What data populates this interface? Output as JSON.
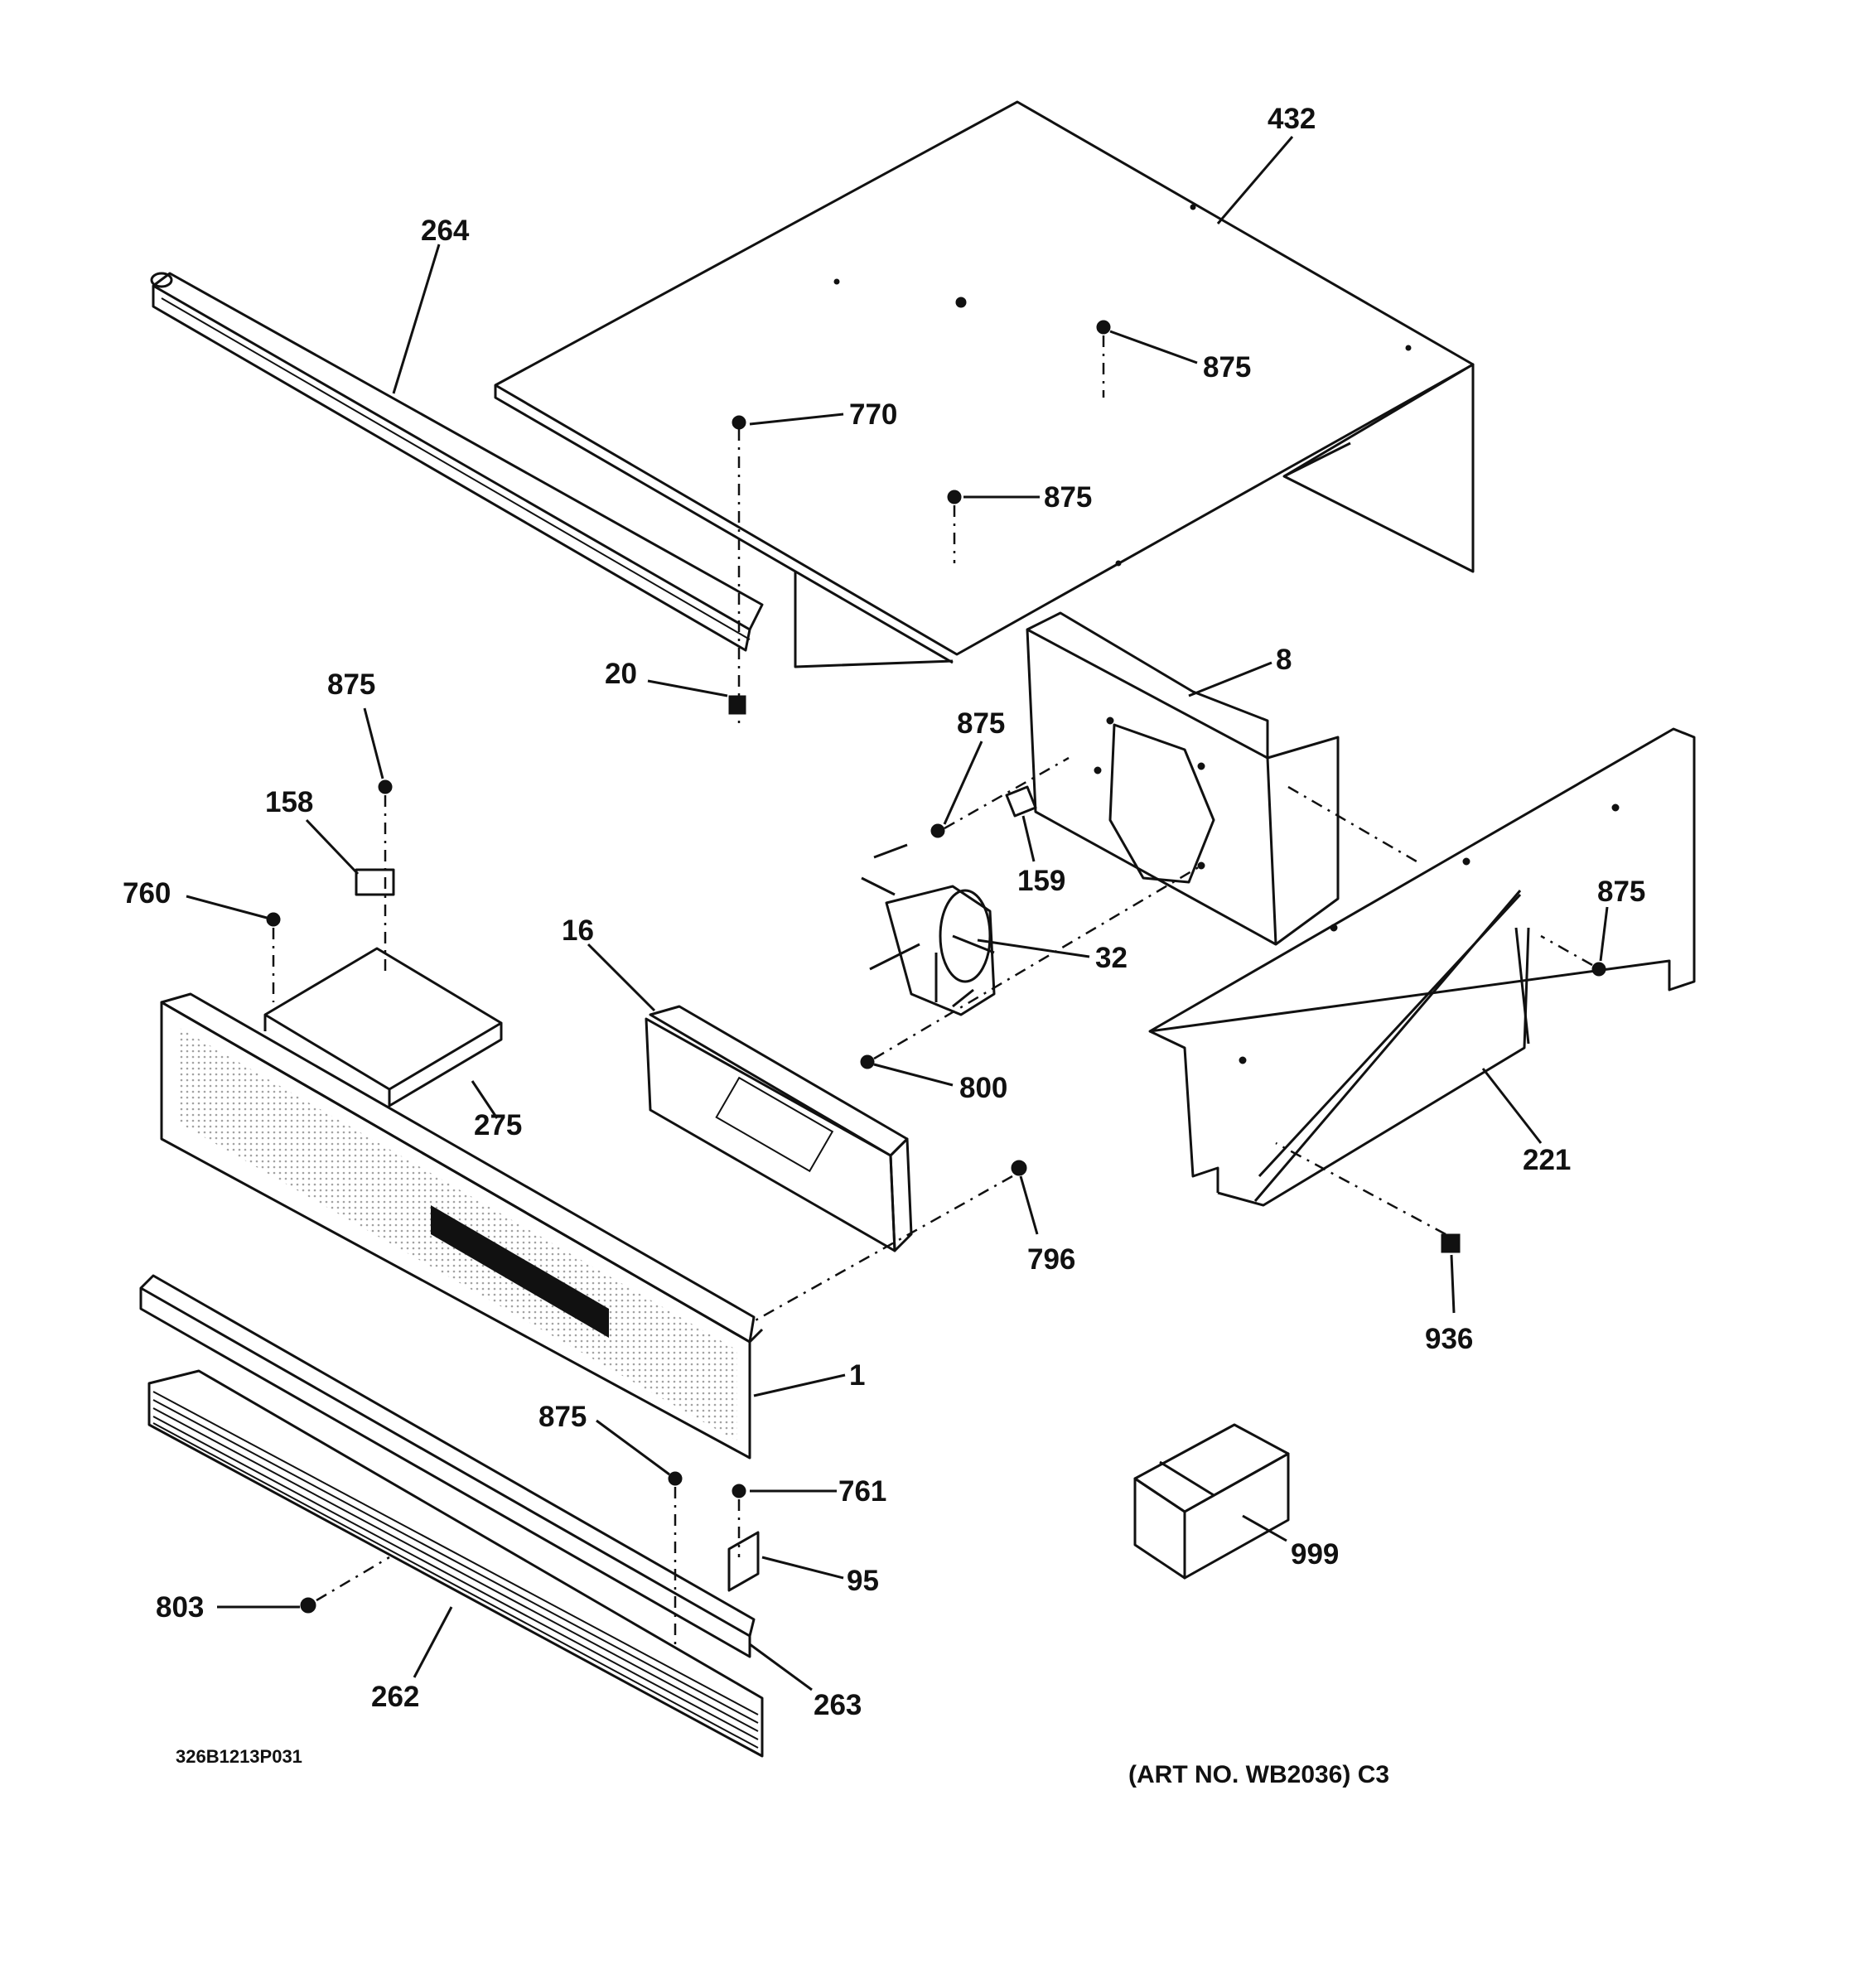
{
  "callouts": {
    "c432": "432",
    "c264": "264",
    "c875a": "875",
    "c770": "770",
    "c875b": "875",
    "c8": "8",
    "c20": "20",
    "c875c": "875",
    "c875d": "875",
    "c158": "158",
    "c159": "159",
    "c760": "760",
    "c16": "16",
    "c32": "32",
    "c875e": "875",
    "c800": "800",
    "c275": "275",
    "c221": "221",
    "c796": "796",
    "c936": "936",
    "c1": "1",
    "c875f": "875",
    "c761": "761",
    "c95": "95",
    "c999": "999",
    "c803": "803",
    "c262": "262",
    "c263": "263"
  },
  "footer": {
    "doc_code": "326B1213P031",
    "art_note": "(ART NO. WB2036) C3"
  }
}
